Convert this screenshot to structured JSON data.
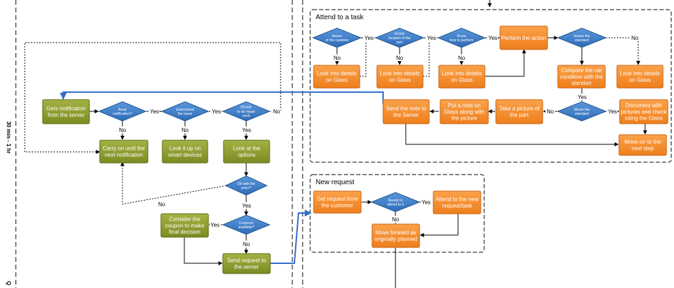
{
  "side_label": "30 min - 1 hr",
  "side_label_2": "Q",
  "panels": {
    "attend": {
      "title": "Attend to a task"
    },
    "new_request": {
      "title": "New request"
    }
  },
  "left_flow": {
    "gets_notification": "Gets notification|from the server",
    "carry_on": "Carry on until the|next notification",
    "look_it_up": "Look it up on|smart devices",
    "look_options": "Look at the|options",
    "consider_coupon": "Consider the|coupon to make|final decision",
    "send_request": "Send request to|the server",
    "d_read": "Read|notification?",
    "d_understand": "Understand|the issue",
    "d_decide": "Decide|to do repair|work",
    "d_ok_price": "Ok with the|price?",
    "d_coupons": "Coupons|available?"
  },
  "attend_flow": {
    "d_aware": "Aware|of the cautions",
    "d_knows_location": "knows|location of the|part",
    "d_know_perform": "Know|how to perform",
    "perform": "Perform the action",
    "d_knows_standard": "knows the|standard",
    "look1": "Look into details|on Glass",
    "look2": "Look into details|on Glass",
    "look3": "Look into details|on Glass",
    "compare": "Compare the car|condition with the|standart",
    "look4": "Look into details|on Glass",
    "send_note": "Send the note to|the Server",
    "put_note": "Put a note on|Glass along with|the picture",
    "take_picture": "Take a picture of|the part",
    "d_meets": "Meets the|standard",
    "document": "Document with|pictures and check|using the Glass",
    "move_next": "Move on to the|next step"
  },
  "request_flow": {
    "get_request": "Get request from|the customer",
    "d_ready": "Ready to|attend to it",
    "attend_new": "Attend to the new|request/task",
    "move_forward": "Move forward as|originally planned"
  },
  "edge_labels": {
    "yes": "Yes",
    "no": "No"
  },
  "colors": {
    "olive": "#8a9a2e",
    "orange": "#f28a2a",
    "diamond": "#3f7fc9",
    "highlight_line": "#2f6fc9"
  }
}
